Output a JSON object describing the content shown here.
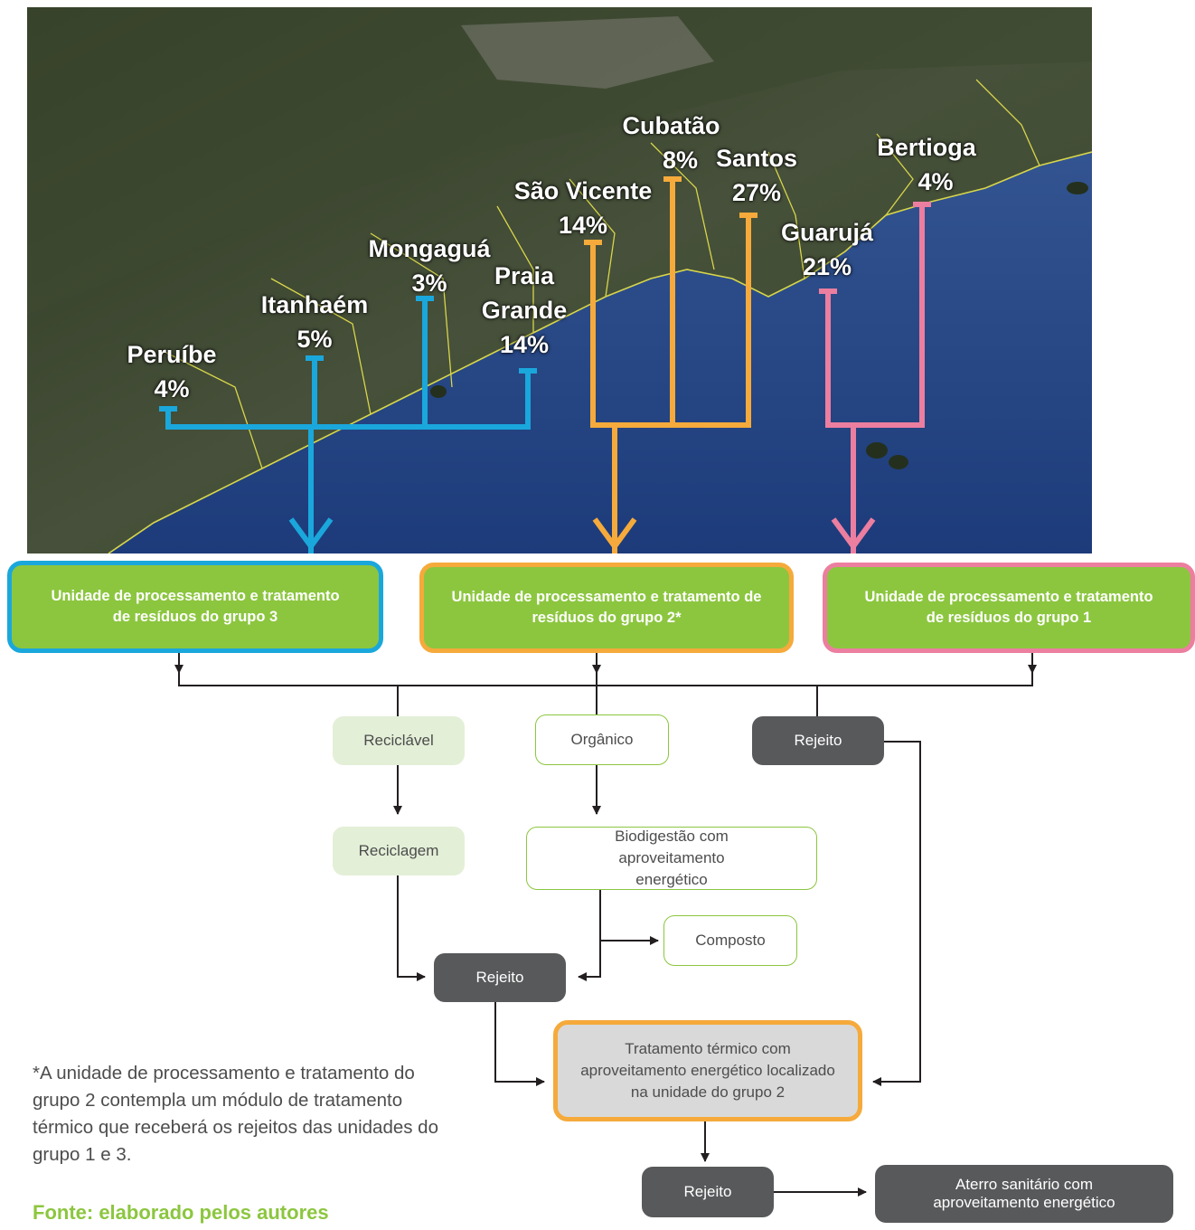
{
  "map": {
    "cities": [
      {
        "id": "peruibe",
        "name": "Peruíbe",
        "share": "4%"
      },
      {
        "id": "itanhaem",
        "name": "Itanhaém",
        "share": "5%"
      },
      {
        "id": "mongagua",
        "name": "Mongaguá",
        "share": "3%"
      },
      {
        "id": "praia-grande",
        "name": "Praia Grande",
        "share": "14%"
      },
      {
        "id": "sao-vicente",
        "name": "São Vicente",
        "share": "14%"
      },
      {
        "id": "cubatao",
        "name": "Cubatão",
        "share": "8%"
      },
      {
        "id": "santos",
        "name": "Santos",
        "share": "27%"
      },
      {
        "id": "guaruja",
        "name": "Guarujá",
        "share": "21%"
      },
      {
        "id": "bertioga",
        "name": "Bertioga",
        "share": "4%"
      }
    ],
    "group_colors": {
      "grupo_3": "#1aa7dc",
      "grupo_2": "#f5aa3b",
      "grupo_1": "#ec7ea0"
    }
  },
  "units": {
    "grupo_3": "Unidade de processamento e tratamento de resíduos do grupo 3",
    "grupo_2": "Unidade de processamento e tratamento de resíduos do grupo 2*",
    "grupo_1": "Unidade de processamento e tratamento de resíduos do grupo 1"
  },
  "flow": {
    "reciclavel": "Reciclável",
    "organico": "Orgânico",
    "rejeito_top": "Rejeito",
    "reciclagem": "Reciclagem",
    "biodigestao": "Biodigestão com aproveitamento energético",
    "composto": "Composto",
    "rejeito_mid": "Rejeito",
    "tratamento_termico": "Tratamento térmico com aproveitamento energético localizado na unidade do grupo 2",
    "rejeito_bottom": "Rejeito",
    "aterro": "Aterro sanitário com aproveitamento energético"
  },
  "footnote": "*A unidade de processamento e tratamento do grupo 2 contempla um módulo de tratamento térmico que receberá os rejeitos das unidades do grupo 1 e 3.",
  "source": "Fonte: elaborado pelos autores"
}
